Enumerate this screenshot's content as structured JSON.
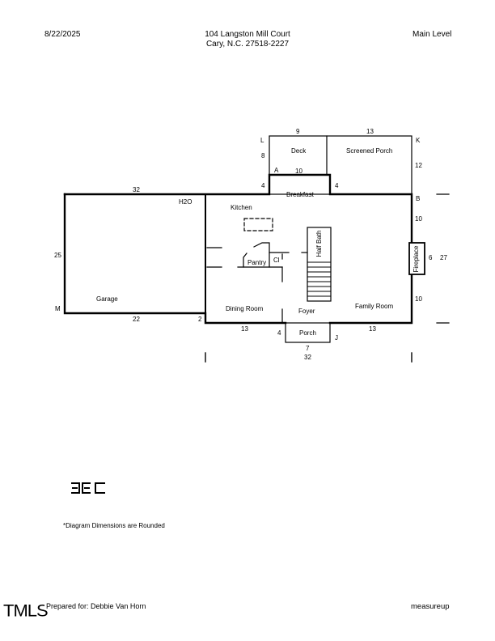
{
  "header": {
    "date": "8/22/2025",
    "address_line1": "104 Langston Mill Court",
    "address_line2": "Cary, N.C. 27518-2227",
    "level": "Main Level"
  },
  "rooms": {
    "deck": "Deck",
    "screened_porch": "Screened Porch",
    "breakfast": "Breakfast",
    "kitchen": "Kitchen",
    "h2o": "H2O",
    "garage": "Garage",
    "pantry": "Pantry",
    "closet": "Cl",
    "half_bath": "Half Bath",
    "fireplace": "Fireplace",
    "dining_room": "Dining Room",
    "foyer": "Foyer",
    "family_room": "Family Room",
    "porch": "Porch"
  },
  "corner_labels": {
    "L": "L",
    "K": "K",
    "A": "A",
    "B": "B",
    "M": "M",
    "J": "J"
  },
  "dimensions": {
    "deck_top": "9",
    "screened_top": "13",
    "deck_left": "8",
    "deck_bottom": "10",
    "breakfast_left": "4",
    "breakfast_right": "4",
    "screened_right": "12",
    "garage_top": "32",
    "garage_left": "25",
    "garage_bottom": "22",
    "garage_step": "2",
    "right_upper": "10",
    "fireplace": "6",
    "right_total": "27",
    "right_lower": "10",
    "dining_bottom": "13",
    "porch_left": "4",
    "porch_bottom": "7",
    "family_bottom": "13",
    "overall_bottom": "32"
  },
  "footer": {
    "note": "*Diagram Dimensions are Rounded",
    "logo": "TMLS",
    "prepared_for": "Prepared for: Debbie Van Horn",
    "brand": "measureup"
  }
}
